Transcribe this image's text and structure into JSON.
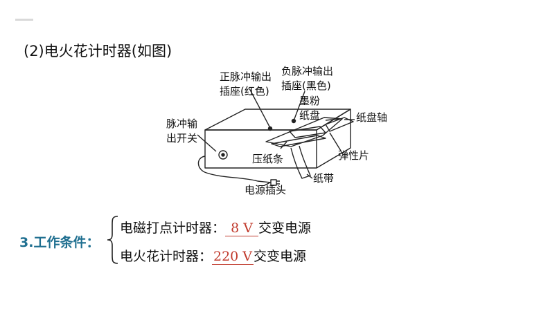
{
  "heading": "(2)电火花计时器(如图)",
  "diagram": {
    "labels": {
      "positive_socket_line1": "正脉冲输出",
      "positive_socket_line2": "插座(红色)",
      "negative_socket_line1": "负脉冲输出",
      "negative_socket_line2": "插座(黑色)",
      "ink_disc_line1": "墨粉",
      "ink_disc_line2": "纸盘",
      "disc_axis": "纸盘轴",
      "pulse_switch_line1": "脉冲输",
      "pulse_switch_line2": "出开关",
      "spring_piece": "弹性片",
      "press_strip": "压纸条",
      "tape": "纸带",
      "power_plug": "电源插头"
    }
  },
  "conditions": {
    "title": "3.工作条件：",
    "rows": [
      {
        "device": "电磁打点计时器：",
        "answer": "8 V",
        "suffix": "交变电源"
      },
      {
        "device": "电火花计时器：",
        "answer": "220 V",
        "suffix": "交变电源"
      }
    ]
  },
  "colors": {
    "title": "#1f6f90",
    "answer": "#c0392b",
    "corner_mark": "#d9d9d9"
  }
}
